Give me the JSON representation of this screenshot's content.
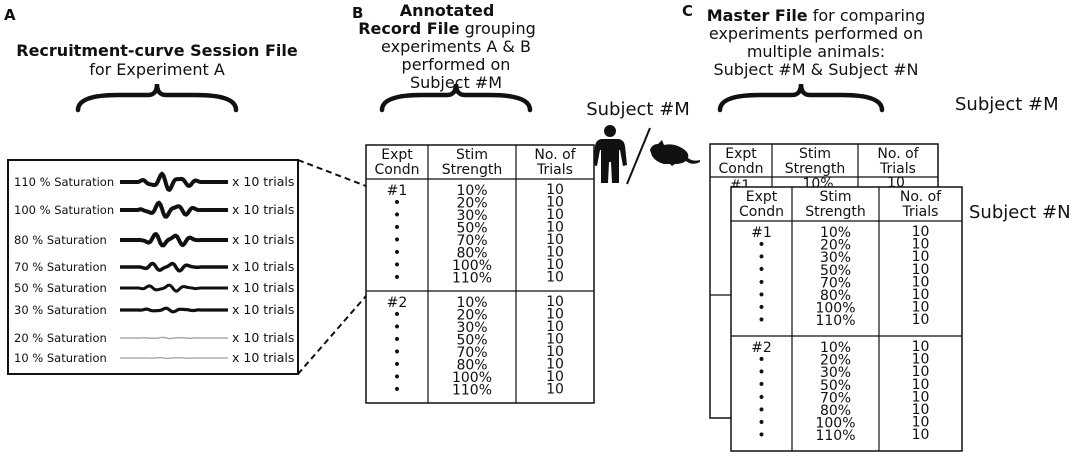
{
  "panel_a": {
    "letter": "A",
    "title_bold": "Recruitment-curve Session File",
    "title_sub": "for Experiment A",
    "rows": [
      {
        "label": "110 % Saturation",
        "trials": "x 10 trials"
      },
      {
        "label": "100 % Saturation",
        "trials": "x 10 trials"
      },
      {
        "label": "80 % Saturation",
        "trials": "x 10 trials"
      },
      {
        "label": "70 % Saturation",
        "trials": "x 10 trials"
      },
      {
        "label": "50 % Saturation",
        "trials": "x 10 trials"
      },
      {
        "label": "30 % Saturation",
        "trials": "x 10 trials"
      },
      {
        "label": "20 % Saturation",
        "trials": "x 10 trials"
      },
      {
        "label": "10 % Saturation",
        "trials": "x 10 trials"
      }
    ]
  },
  "panel_b": {
    "letter": "B",
    "title_line1_bold": "Annotated",
    "title_line2_bold": "Record File",
    "title_line2_rest": " grouping",
    "title_line3": "experiments A & B",
    "title_line4": "performed on",
    "title_line5": "Subject #M",
    "subject_label": "Subject #M"
  },
  "panel_c": {
    "letter": "C",
    "title_line1_bold": "Master File",
    "title_line1_rest": " for comparing",
    "title_line2": "experiments performed on",
    "title_line3": "multiple animals:",
    "title_line4": "Subject #M & Subject #N",
    "subject_m": "Subject #M",
    "subject_n": "Subject #N"
  },
  "table": {
    "headers": [
      {
        "line1": "Expt",
        "line2": "Condn"
      },
      {
        "line1": "Stim",
        "line2": "Strength"
      },
      {
        "line1": "No. of",
        "line2": "Trials"
      }
    ],
    "groups": [
      {
        "condition": "#1",
        "strengths": [
          "10%",
          "20%",
          "30%",
          "50%",
          "70%",
          "80%",
          "100%",
          "110%"
        ],
        "trials": [
          "10",
          "10",
          "10",
          "10",
          "10",
          "10",
          "10",
          "10"
        ]
      },
      {
        "condition": "#2",
        "strengths": [
          "10%",
          "20%",
          "30%",
          "50%",
          "70%",
          "80%",
          "100%",
          "110%"
        ],
        "trials": [
          "10",
          "10",
          "10",
          "10",
          "10",
          "10",
          "10",
          "10"
        ]
      }
    ],
    "dot": "•"
  },
  "back_table_visible": {
    "condition": "#1",
    "strength": "10%",
    "trials": "10"
  }
}
